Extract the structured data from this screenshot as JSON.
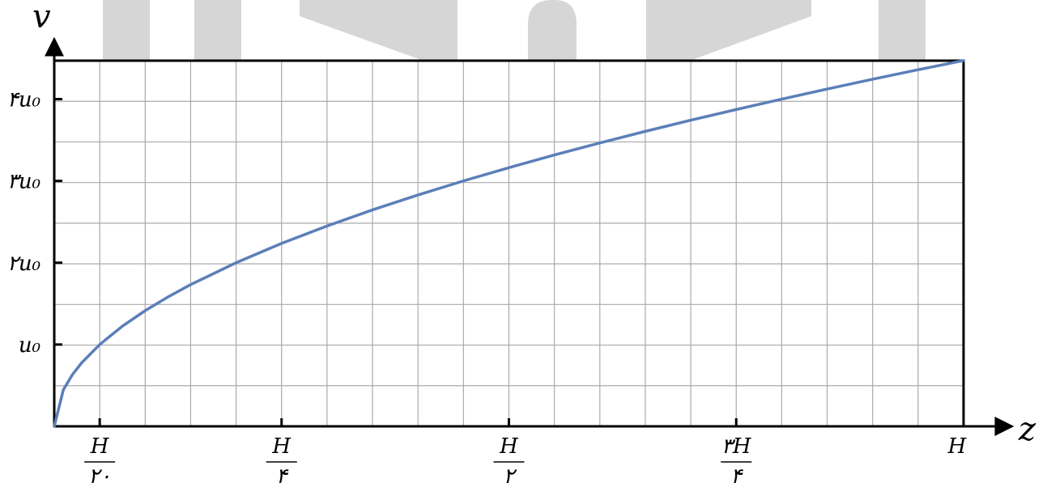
{
  "chart_data": {
    "type": "line",
    "title": "",
    "xlabel": "z",
    "ylabel": "v",
    "xlim": [
      0,
      1
    ],
    "ylim": [
      0,
      4.47
    ],
    "grid": true,
    "x_ticks": [
      {
        "value": 0.05,
        "num": "H",
        "den": "۲۰"
      },
      {
        "value": 0.25,
        "num": "H",
        "den": "۴"
      },
      {
        "value": 0.5,
        "num": "H",
        "den": "۲"
      },
      {
        "value": 0.75,
        "num": "۳H",
        "den": "۴"
      },
      {
        "value": 1.0,
        "label": "H"
      }
    ],
    "y_ticks": [
      {
        "value": 1,
        "label": "u₀"
      },
      {
        "value": 2,
        "label": "۲u₀"
      },
      {
        "value": 3,
        "label": "۳u₀"
      },
      {
        "value": 4,
        "label": "۴u₀"
      }
    ],
    "series": [
      {
        "function": "v = u0 * sqrt(20 z / H)",
        "x": [
          0,
          0.01,
          0.02,
          0.03,
          0.05,
          0.075,
          0.1,
          0.125,
          0.15,
          0.2,
          0.25,
          0.3,
          0.35,
          0.4,
          0.45,
          0.5,
          0.55,
          0.6,
          0.65,
          0.7,
          0.75,
          0.8,
          0.85,
          0.9,
          0.95,
          1.0
        ],
        "y": [
          0,
          0.447,
          0.632,
          0.775,
          1.0,
          1.225,
          1.414,
          1.581,
          1.732,
          2.0,
          2.236,
          2.449,
          2.646,
          2.828,
          3.0,
          3.162,
          3.317,
          3.464,
          3.606,
          3.742,
          3.873,
          4.0,
          4.123,
          4.243,
          4.359,
          4.472
        ]
      }
    ],
    "colors": {
      "curve": "#5b7fb8",
      "grid": "#aaaaaa",
      "axis": "#000000",
      "watermark": "#d6d6d6"
    }
  }
}
